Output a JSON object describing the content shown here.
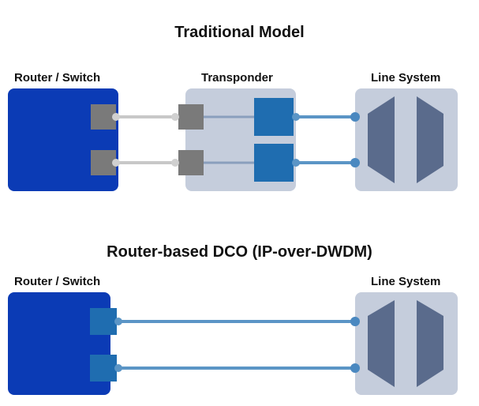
{
  "traditional": {
    "title": "Traditional Model",
    "router_label": "Router / Switch",
    "transponder_label": "Transponder",
    "line_system_label": "Line System"
  },
  "dco": {
    "title": "Router-based DCO (IP-over-DWDM)",
    "router_label": "Router / Switch",
    "line_system_label": "Line System"
  },
  "colors": {
    "router": "#0b3bb5",
    "grey_port": "#7a7a7a",
    "grey_link": "#c8c8c8",
    "transponder_bg": "#c5cddc",
    "optic": "#1f6db0",
    "optic_link": "#5b95c6",
    "line_system_bg": "#c5cddc",
    "mux": "#5a6b8c"
  }
}
